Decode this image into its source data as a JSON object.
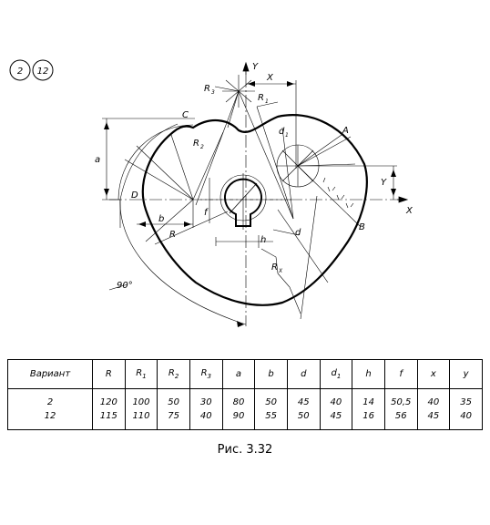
{
  "badges": [
    "2",
    "12"
  ],
  "labels": {
    "R": "R",
    "R1": "R",
    "R1_sub": "1",
    "R2": "R",
    "R2_sub": "2",
    "R3": "R",
    "R3_sub": "3",
    "Rx": "R",
    "Rx_sub": "X",
    "d1": "d",
    "d1_sub": "1",
    "A": "A",
    "B": "B",
    "C": "C",
    "D": "D",
    "a": "a",
    "b": "b",
    "d": "d",
    "f": "f",
    "h": "h",
    "X": "X",
    "Y": "Y",
    "x": "X",
    "y": "Y",
    "angle": "90°"
  },
  "table": {
    "headers": [
      {
        "main": "Вариант",
        "sub": ""
      },
      {
        "main": "R",
        "sub": ""
      },
      {
        "main": "R",
        "sub": "1"
      },
      {
        "main": "R",
        "sub": "2"
      },
      {
        "main": "R",
        "sub": "3"
      },
      {
        "main": "a",
        "sub": ""
      },
      {
        "main": "b",
        "sub": ""
      },
      {
        "main": "d",
        "sub": ""
      },
      {
        "main": "d",
        "sub": "1"
      },
      {
        "main": "h",
        "sub": ""
      },
      {
        "main": "f",
        "sub": ""
      },
      {
        "main": "x",
        "sub": ""
      },
      {
        "main": "y",
        "sub": ""
      }
    ],
    "rows": [
      [
        "2",
        "120",
        "100",
        "50",
        "30",
        "80",
        "50",
        "45",
        "40",
        "14",
        "50,5",
        "40",
        "35"
      ],
      [
        "12",
        "115",
        "110",
        "75",
        "40",
        "90",
        "55",
        "50",
        "45",
        "16",
        "56",
        "45",
        "40"
      ]
    ]
  },
  "caption": "Рис. 3.32"
}
